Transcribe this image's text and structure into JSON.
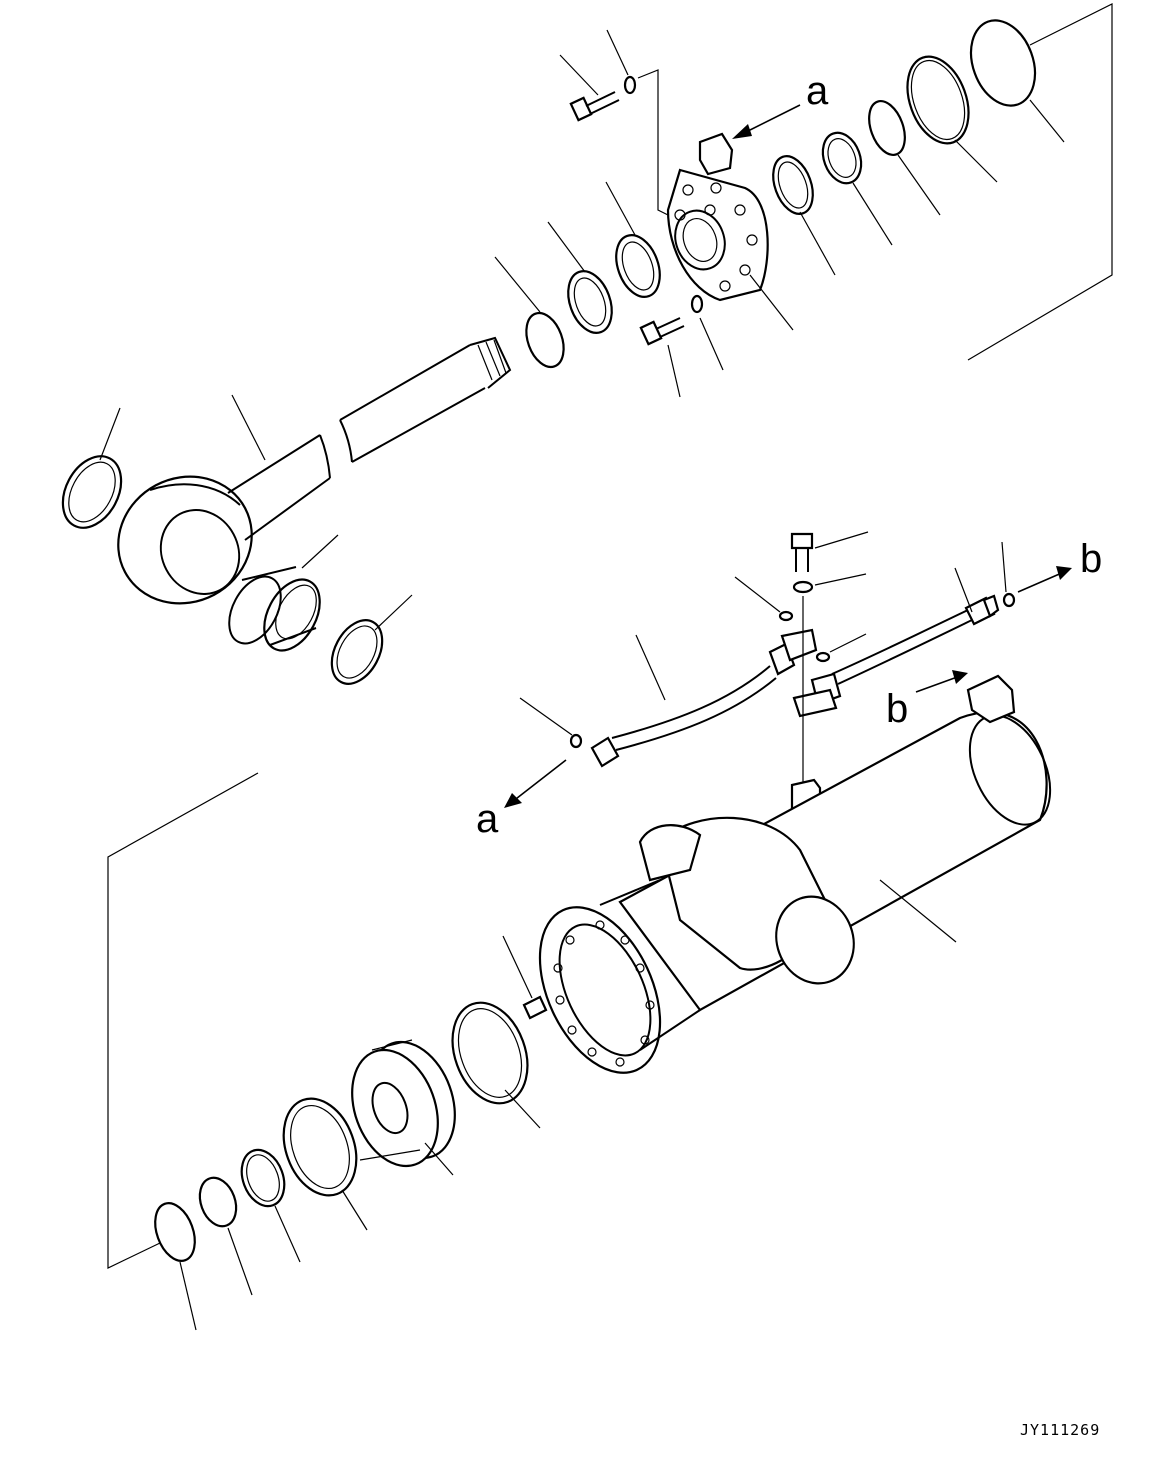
{
  "diagram": {
    "callouts": {
      "a_top": "a",
      "b_right": "b",
      "b_mid": "b",
      "a_left": "a"
    },
    "drawing_code": "JY111269"
  }
}
